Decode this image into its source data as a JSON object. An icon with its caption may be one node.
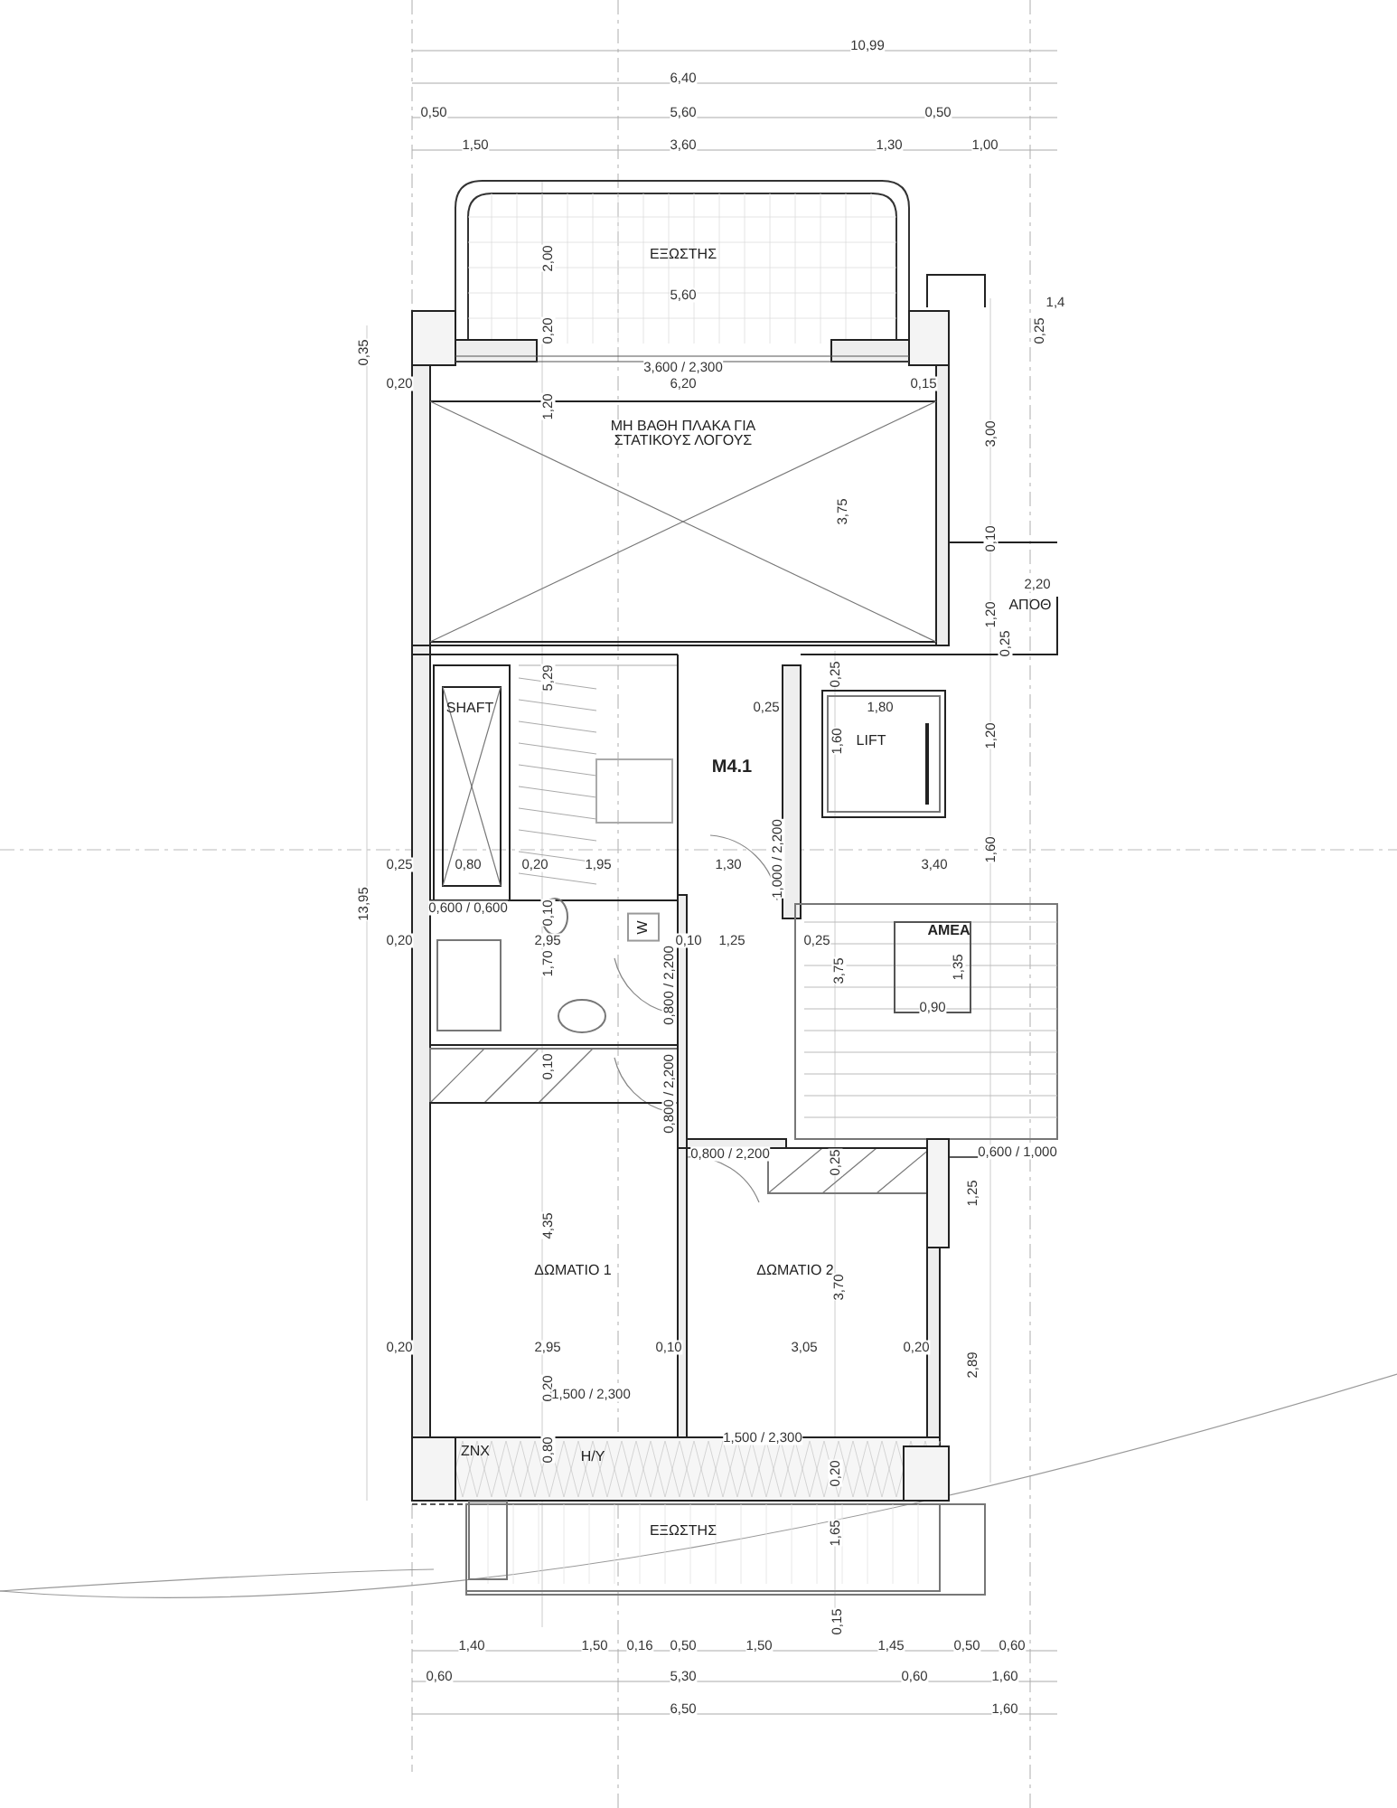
{
  "diagram": {
    "nodes": [
      {
        "text": [
          "ΕΞΩΣΤΗΣ"
        ]
      },
      {
        "text": [
          "ΜΗ ΒΑΘΗ ΠΛΑΚΑ ΓΙΑ ΣΤΑΤΙΚΟΥΣ ΛΟΓΟΥΣ"
        ]
      },
      {
        "text": [
          "SHAFT"
        ]
      },
      {
        "text": [
          "M4.1"
        ]
      },
      {
        "text": [
          "LIFT"
        ]
      },
      {
        "text": [
          "ΑΠΟΘ"
        ]
      },
      {
        "text": [
          "W"
        ]
      },
      {
        "text": [
          "ΑΜΕΑ"
        ]
      },
      {
        "text": [
          "ΔΩΜΑΤΙΟ 1"
        ]
      },
      {
        "text": [
          "ΔΩΜΑΤΙΟ 2"
        ]
      },
      {
        "text": [
          "ΖΝΧ"
        ]
      },
      {
        "text": [
          "Η/Υ"
        ]
      },
      {
        "text": [
          "ΕΞΩΣΤΗΣ"
        ]
      },
      {
        "text": [],
        "shape": "box"
      }
    ],
    "edges": [],
    "labels": [
      "10,99",
      "6,40",
      "0,50",
      "5,60",
      "0,50",
      "1,50",
      "3,60",
      "1,30",
      "1,00",
      "1,4",
      "2,00",
      "5,60",
      "0,20",
      "0,25",
      "0,35",
      "3,600 / 2,300",
      "0,20",
      "6,20",
      "0,15",
      "1,20",
      "3,00",
      "3,75",
      "0,10",
      "2,20",
      "1,20",
      "0,25",
      "5,29",
      "0,25",
      "0,25",
      "1,80",
      "1,60",
      "1,20",
      "13,95",
      "0,25",
      "0,80",
      "0,20",
      "1,95",
      "1,000 / 2,200",
      "1,30",
      "1,60",
      "3,40",
      "0,600 / 0,600",
      "0,10",
      "0,20",
      "2,95",
      "0,10",
      "1,25",
      "0,25",
      "1,70",
      "3,75",
      "1,35",
      "0,800 / 2,200",
      "0,90",
      "0,10",
      "0,800 / 2,200",
      "0,800 / 2,200",
      "0,25",
      "0,600 / 1,000",
      "1,25",
      "4,35",
      "3,70",
      "0,20",
      "2,95",
      "0,10",
      "3,05",
      "0,20",
      "2,89",
      "0,20",
      "1,500 / 2,300",
      "0,80",
      "1,500 / 2,300",
      "0,20",
      "1,65",
      "0,15",
      "1,40",
      "1,50",
      "0,16",
      "0,50",
      "1,50",
      "1,45",
      "0,50",
      "0,60",
      "0,60",
      "5,30",
      "0,60",
      "1,60",
      "6,50",
      "1,60"
    ]
  }
}
